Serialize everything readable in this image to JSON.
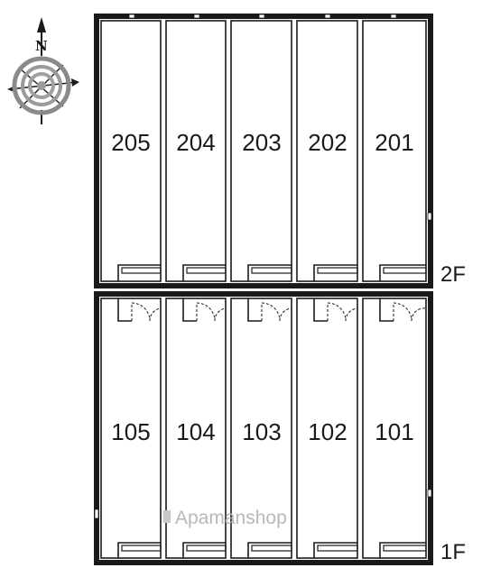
{
  "compass": {
    "north_label": "N",
    "icon": "compass-rose-icon"
  },
  "floors": [
    {
      "floor_label": "2F",
      "units": [
        "205",
        "204",
        "203",
        "202",
        "201"
      ]
    },
    {
      "floor_label": "1F",
      "units": [
        "105",
        "104",
        "103",
        "102",
        "101"
      ]
    }
  ],
  "watermark": "Apamanshop",
  "colors": {
    "wall": "#1a1a1a",
    "wall_fill": "#ffffff",
    "watermark": "#b8b8b8"
  }
}
